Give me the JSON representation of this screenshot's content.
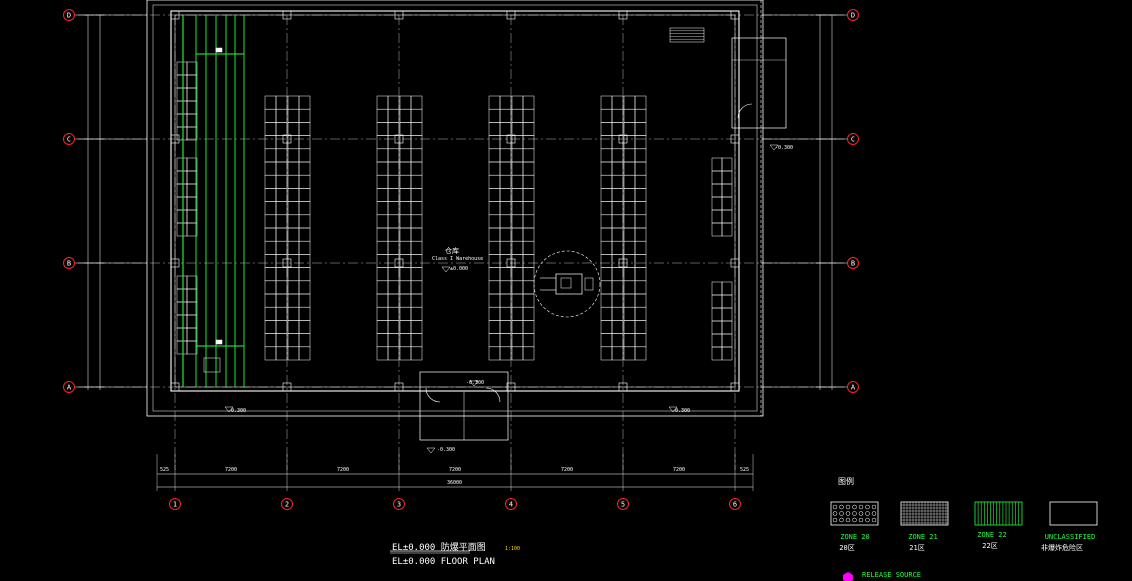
{
  "grid": {
    "rows": [
      "D",
      "C",
      "B",
      "A"
    ],
    "cols": [
      "1",
      "2",
      "3",
      "4",
      "5",
      "6"
    ]
  },
  "dims": {
    "bay": [
      "7200",
      "7200",
      "7200",
      "7200",
      "7200"
    ],
    "total": "36000",
    "edge": "525",
    "elev": "-0.300",
    "room_level": "±0.000",
    "door_level": "-0.300",
    "ramp_level": "-0.300"
  },
  "room": {
    "name_cn": "仓库",
    "name_en": "Class I Warehouse"
  },
  "legend": {
    "title": "图例",
    "items": [
      {
        "label": "ZONE 20",
        "sub": "20区"
      },
      {
        "label": "ZONE 21",
        "sub": "21区"
      },
      {
        "label": "ZONE 22",
        "sub": "22区"
      },
      {
        "label": "UNCLASSIFIED",
        "sub": "非爆炸危险区"
      }
    ],
    "release": "RELEASE SOURCE"
  },
  "title": {
    "cn": "EL±0.000 防爆平面图",
    "en": "EL±0.000 FLOOR PLAN",
    "scale": "1:100"
  },
  "colors": {
    "line": "#ffffff",
    "zone": "#22ff44",
    "bubble": "#ff2222",
    "accent": "#ff00ff"
  }
}
